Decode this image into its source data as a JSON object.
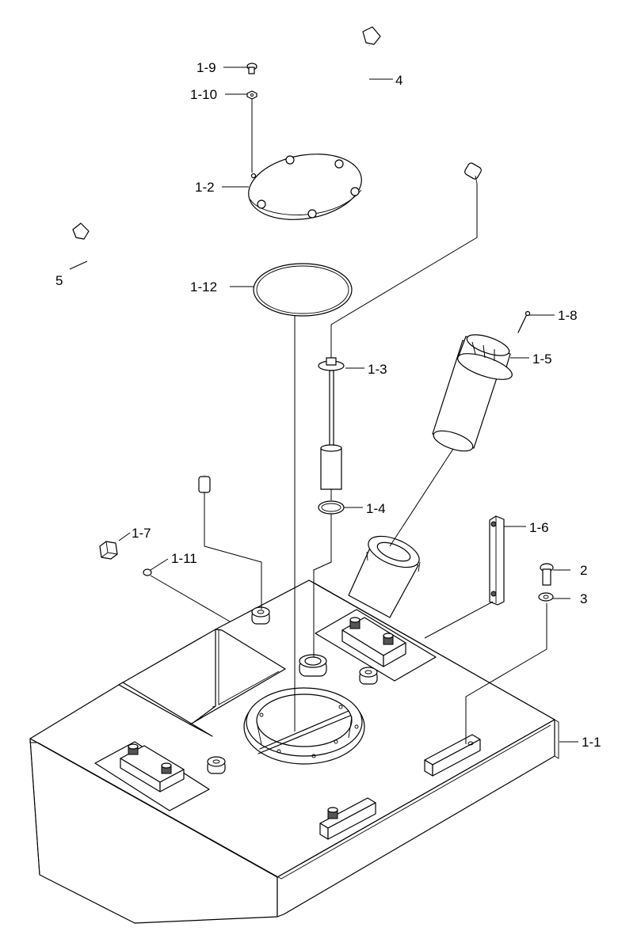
{
  "diagram": {
    "labels": {
      "p1_1": "1-1",
      "p1_2": "1-2",
      "p1_3": "1-3",
      "p1_4": "1-4",
      "p1_5": "1-5",
      "p1_6": "1-6",
      "p1_7": "1-7",
      "p1_8": "1-8",
      "p1_9": "1-9",
      "p1_10": "1-10",
      "p1_11": "1-11",
      "p1_12": "1-12",
      "p2": "2",
      "p3": "3",
      "p4": "4",
      "p5": "5"
    }
  }
}
